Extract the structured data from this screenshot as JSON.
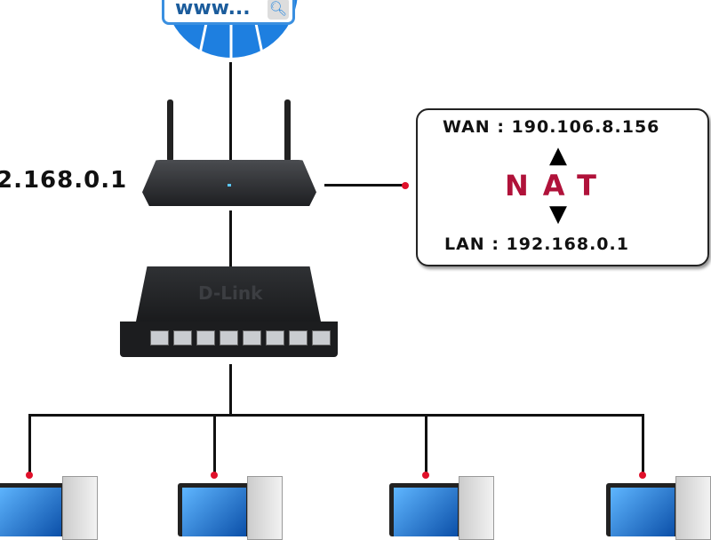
{
  "internet": {
    "search_text": "www...",
    "icon": "search-icon"
  },
  "router": {
    "ip_label": "2.168.0.1"
  },
  "switch": {
    "brand": "D-Link"
  },
  "nat": {
    "wan": "WAN : 190.106.8.156",
    "title": "NAT",
    "lan": "LAN : 192.168.0.1"
  },
  "colors": {
    "accent": "#b0123a",
    "globe": "#1e7fe0",
    "dot": "#e0102a"
  }
}
